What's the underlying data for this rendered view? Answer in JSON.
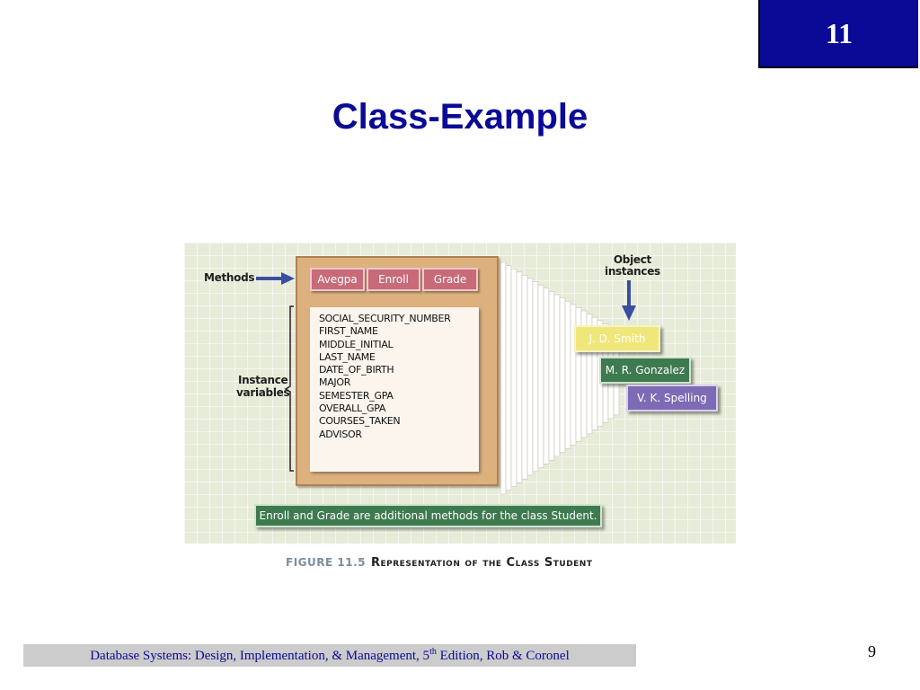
{
  "chapter": "11",
  "title": "Class-Example",
  "figure": {
    "methods_label": "Methods",
    "instance_vars_label_line1": "Instance",
    "instance_vars_label_line2": "variables",
    "object_instances_line1": "Object",
    "object_instances_line2": "instances",
    "methods": [
      "Avegpa",
      "Enroll",
      "Grade"
    ],
    "instance_variables": [
      "SOCIAL_SECURITY_NUMBER",
      "FIRST_NAME",
      "MIDDLE_INITIAL",
      "LAST_NAME",
      "DATE_OF_BIRTH",
      "MAJOR",
      "SEMESTER_GPA",
      "OVERALL_GPA",
      "COURSES_TAKEN",
      "ADVISOR"
    ],
    "objects": [
      {
        "name": "J. D. Smith",
        "color": "#efe77a",
        "text_color": "#ffffff"
      },
      {
        "name": "M. R. Gonzalez",
        "color": "#3e7a4f",
        "text_color": "#ffffff"
      },
      {
        "name": "V. K. Spelling",
        "color": "#7d6bb5",
        "text_color": "#ffffff"
      }
    ],
    "note": "Enroll and Grade are additional methods for the class Student."
  },
  "caption": {
    "number": "FIGURE 11.5",
    "text": "Representation of the Class Student"
  },
  "footer": {
    "text_before": "Database Systems: Design, Implementation, & Management, 5",
    "superscript": "th",
    "text_after": " Edition, Rob & Coronel"
  },
  "page_number": "9"
}
